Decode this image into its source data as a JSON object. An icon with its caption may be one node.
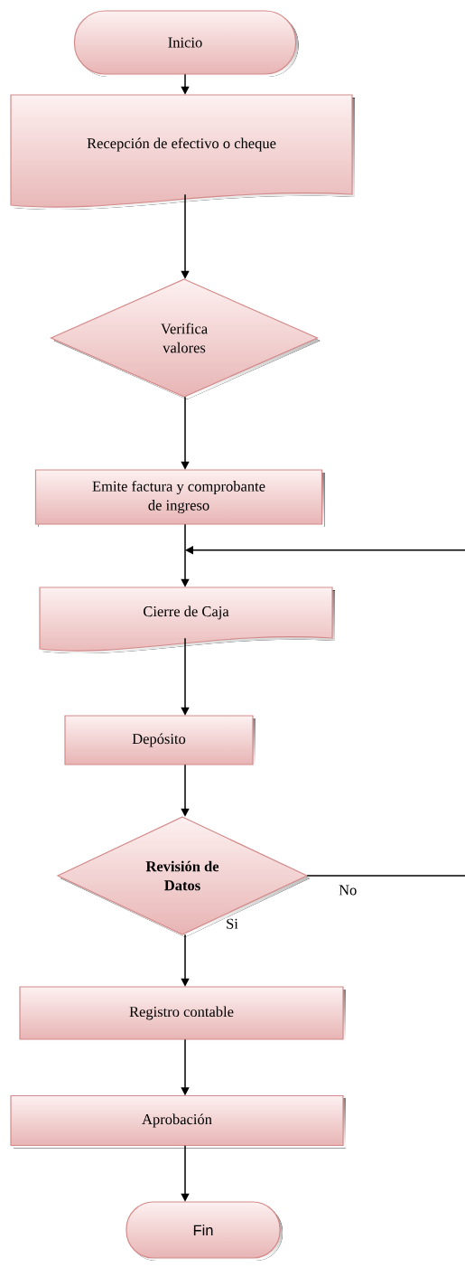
{
  "diagram": {
    "nodes": [
      {
        "text": [
          "Inicio"
        ]
      },
      {
        "text": [
          "Recepción de efectivo o cheque"
        ]
      },
      {
        "text": [
          "Verifica valores"
        ]
      },
      {
        "text": [
          "Emite factura y comprobante de ingreso"
        ]
      },
      {
        "text": [
          "Cierre de Caja"
        ]
      },
      {
        "text": [
          "Depósito"
        ]
      },
      {
        "text": [
          "Revisión de Datos"
        ]
      },
      {
        "text": [
          "Registro contable"
        ]
      },
      {
        "text": [
          "Aprobación"
        ]
      },
      {
        "text": [
          "Fin"
        ]
      }
    ],
    "edges": [
      {
        "from": 0,
        "to": 1,
        "arrow": "to"
      },
      {
        "from": 1,
        "to": 2,
        "arrow": "to"
      },
      {
        "from": 2,
        "to": 3,
        "arrow": "to"
      },
      {
        "from": 3,
        "to": 4,
        "arrow": "to"
      },
      {
        "from": 4,
        "to": 5,
        "arrow": "to"
      },
      {
        "from": 5,
        "to": 6,
        "arrow": "to"
      },
      {
        "from": 6,
        "to": 7,
        "arrow": "to",
        "label": "Si"
      },
      {
        "from": 7,
        "to": 8,
        "arrow": "to"
      },
      {
        "from": 8,
        "to": 9,
        "arrow": "to"
      },
      {
        "from": 6,
        "to": null,
        "arrow": "none",
        "label": "No"
      },
      {
        "from": null,
        "to": 4,
        "arrow": "to"
      }
    ]
  }
}
